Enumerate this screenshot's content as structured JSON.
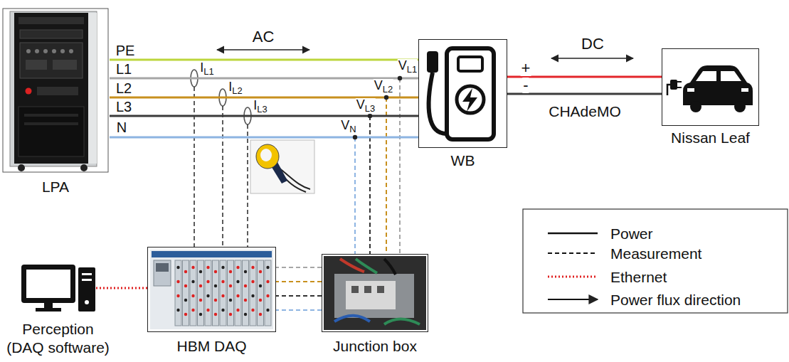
{
  "diagram": {
    "nodes": [
      {
        "text": [
          "LPA"
        ]
      },
      {
        "text": [
          "WB"
        ]
      },
      {
        "text": [
          "Nissan Leaf"
        ]
      },
      {
        "text": [
          "Perception (DAQ software)"
        ]
      },
      {
        "text": [
          "HBM DAQ"
        ]
      },
      {
        "text": [
          "Junction box"
        ]
      }
    ],
    "edges": [
      {
        "from": 0,
        "to": 1,
        "arrow": "none"
      },
      {
        "from": 1,
        "to": 2,
        "arrow": "none"
      },
      {
        "from": 3,
        "to": 4,
        "arrow": "none"
      },
      {
        "from": 5,
        "to": 4,
        "arrow": "none"
      }
    ],
    "labels": [
      "AC",
      "PE",
      "L1",
      "L2",
      "L3",
      "N",
      "IL1",
      "IL2",
      "IL3",
      "VL1",
      "VL2",
      "VL3",
      "VN",
      "+",
      "-",
      "DC",
      "CHAdeMO"
    ],
    "legend": [
      {
        "text": "Power"
      },
      {
        "text": "Measurement"
      },
      {
        "text": "Ethernet"
      },
      {
        "text": "Power flux direction"
      }
    ]
  }
}
